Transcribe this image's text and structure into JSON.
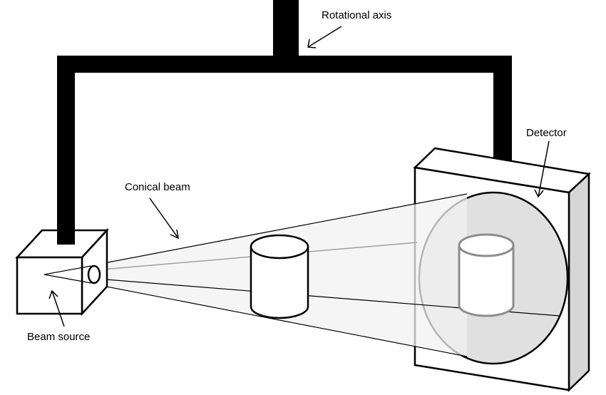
{
  "labels": {
    "rotational_axis": "Rotational axis",
    "detector": "Detector",
    "conical_beam": "Conical beam",
    "beam_source": "Beam source"
  },
  "colors": {
    "line": "#000000",
    "beam_fill": "#f2f2f2",
    "detector_disc": "#e0e0e0",
    "side_face": "#d6d6d6",
    "projection_stroke": "#8c8c8c"
  }
}
